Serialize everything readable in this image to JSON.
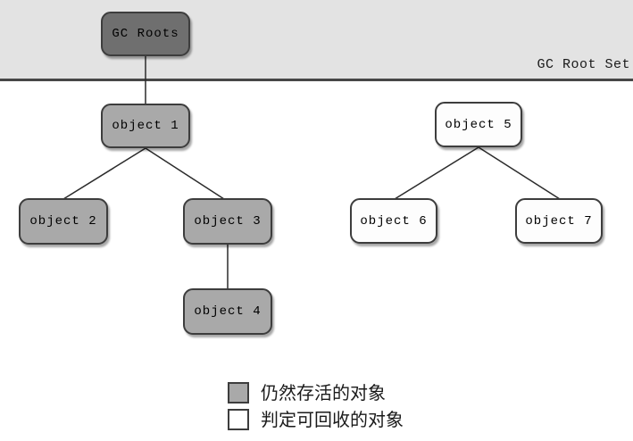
{
  "band": {
    "label": "GC Root Set"
  },
  "nodes": [
    {
      "id": "gc-roots",
      "label": "GC Roots",
      "type": "root"
    },
    {
      "id": "object-1",
      "label": "object 1",
      "type": "live"
    },
    {
      "id": "object-2",
      "label": "object 2",
      "type": "live"
    },
    {
      "id": "object-3",
      "label": "object 3",
      "type": "live"
    },
    {
      "id": "object-4",
      "label": "object 4",
      "type": "live"
    },
    {
      "id": "object-5",
      "label": "object 5",
      "type": "reclaimable"
    },
    {
      "id": "object-6",
      "label": "object 6",
      "type": "reclaimable"
    },
    {
      "id": "object-7",
      "label": "object 7",
      "type": "reclaimable"
    }
  ],
  "edges": [
    {
      "from": "gc-roots",
      "to": "object-1"
    },
    {
      "from": "object-1",
      "to": "object-2"
    },
    {
      "from": "object-1",
      "to": "object-3"
    },
    {
      "from": "object-3",
      "to": "object-4"
    },
    {
      "from": "object-5",
      "to": "object-6"
    },
    {
      "from": "object-5",
      "to": "object-7"
    }
  ],
  "legend": {
    "items": [
      {
        "label": "仍然存活的对象",
        "swatch": "#a9a9a9"
      },
      {
        "label": "判定可回收的对象",
        "swatch": "#ffffff"
      }
    ]
  },
  "colors": {
    "band_background": "#e3e3e3",
    "band_line": "#474747",
    "root_node_fill": "#6f6f6f",
    "live_node_fill": "#a9a9a9",
    "reclaimable_node_fill": "#ffffff",
    "node_border": "#3d3d3d",
    "edge_stroke": "#2b2b2b"
  }
}
